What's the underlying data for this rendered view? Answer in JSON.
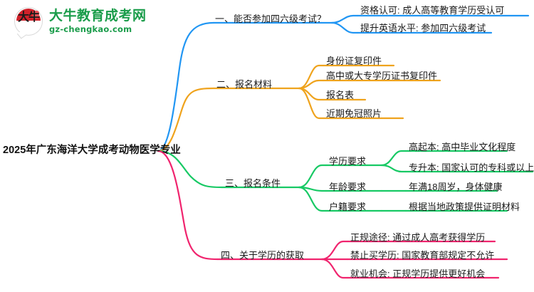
{
  "logo": {
    "glyph": "大牛",
    "name": "大牛教育成考网",
    "url": "gz-chengkao.com",
    "brand_color": "#1a9c4a",
    "mark_color": "#d0212a"
  },
  "mindmap": {
    "root": {
      "label": "2025年广东海洋大学成考动物医学专业"
    },
    "branches": [
      {
        "label": "一、能否参加四六级考试？",
        "color": "#2196f3",
        "children": [
          {
            "label": "资格认可: 成人高等教育学历受认可"
          },
          {
            "label": "提升英语水平: 参加四六级考试"
          }
        ]
      },
      {
        "label": "二、报名材料",
        "color": "#efa31d",
        "children": [
          {
            "label": "身份证复印件"
          },
          {
            "label": "高中或大专学历证书复印件"
          },
          {
            "label": "报名表"
          },
          {
            "label": "近期免冠照片"
          }
        ]
      },
      {
        "label": "三、报名条件",
        "color": "#17c964",
        "children": [
          {
            "label": "学历要求",
            "children": [
              {
                "label": "高起本: 高中毕业文化程度"
              },
              {
                "label": "专升本: 国家认可的专科或以上学历"
              }
            ]
          },
          {
            "label": "年龄要求",
            "children": [
              {
                "label": "年满18周岁，身体健康"
              }
            ]
          },
          {
            "label": "户籍要求",
            "children": [
              {
                "label": "根据当地政策提供证明材料"
              }
            ]
          }
        ]
      },
      {
        "label": "四、关于学历的获取",
        "color": "#f0246e",
        "children": [
          {
            "label": "正规途径: 通过成人高考获得学历"
          },
          {
            "label": "禁止买学历: 国家教育部规定不允许"
          },
          {
            "label": "就业机会: 正规学历提供更好机会"
          }
        ]
      }
    ]
  }
}
